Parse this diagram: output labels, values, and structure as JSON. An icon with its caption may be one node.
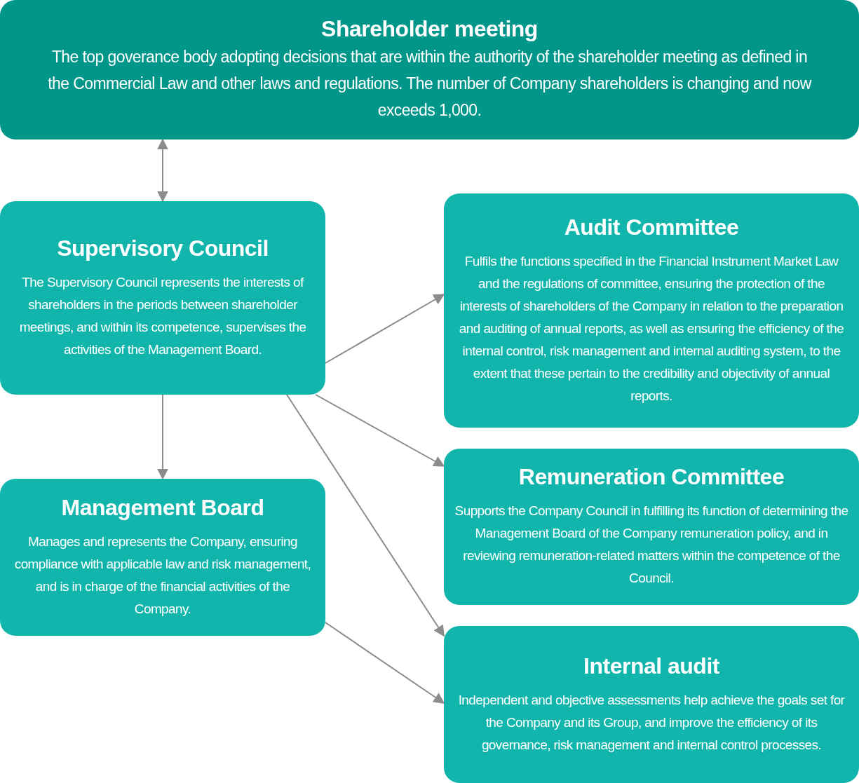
{
  "diagram": {
    "nodes": [
      {
        "text": [
          "Shareholder meeting",
          "The top goverance body adopting decisions that are within the authority of the shareholder meeting as defined in the Commercial Law and other laws and regulations. The number of Company shareholders is changing and now exceeds 1,000."
        ]
      },
      {
        "text": [
          "Supervisory Council",
          "The Supervisory Council represents the interests of shareholders in the periods between shareholder meetings, and within its competence, supervises the activities of the Management Board."
        ]
      },
      {
        "text": [
          "Audit Committee",
          "Fulfils the functions specified in the Financial Instrument Market Law and the regulations of committee, ensuring the protection of the interests of shareholders of the Company in relation to the preparation and auditing of annual reports, as well as ensuring the efficiency of the internal control, risk management and internal auditing system, to the extent that these pertain to the credibility and objectivity of annual reports."
        ]
      },
      {
        "text": [
          "Remuneration Committee",
          "Supports the Company Council in fulfilling its function of determining the Management Board of the Company remuneration policy, and in reviewing remuneration-related matters within the competence of the Council."
        ]
      },
      {
        "text": [
          "Management Board",
          "Manages and represents the Company, ensuring compliance with applicable law and risk management, and is in charge of the financial activities of the Company."
        ]
      },
      {
        "text": [
          "Internal audit",
          "Independent and objective assessments help achieve the goals set for the Company and its Group, and improve the efficiency of its governance, risk management and internal control processes."
        ]
      }
    ],
    "edges": [
      {
        "from": 0,
        "to": 1,
        "arrow": "both"
      },
      {
        "from": 1,
        "to": 2,
        "arrow": "to"
      },
      {
        "from": 1,
        "to": 3,
        "arrow": "to"
      },
      {
        "from": 1,
        "to": 5,
        "arrow": "to"
      },
      {
        "from": 1,
        "to": 4,
        "arrow": "to"
      },
      {
        "from": 4,
        "to": 5,
        "arrow": "to"
      }
    ]
  }
}
